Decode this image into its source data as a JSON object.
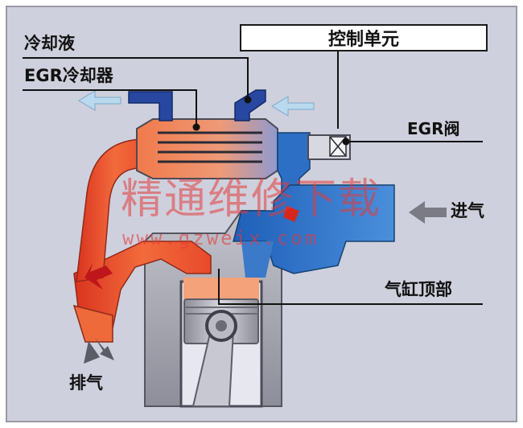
{
  "labels": {
    "coolant": "冷却液",
    "egr_cooler": "EGR冷却器",
    "control_unit": "控制单元",
    "egr_valve": "EGR阀",
    "intake": "进气",
    "cylinder_head": "气缸顶部",
    "exhaust": "排气"
  },
  "watermark": {
    "chinese": "精通维修下载",
    "url": "www.gzweix.com"
  },
  "colors": {
    "background": "#cfd0dd",
    "frame": "#9a9aa6",
    "coolant_blue": "#2747a0",
    "intake_blue": "#2e6fc6",
    "exhaust_red": "#e8452a",
    "exhaust_orange": "#f1884a",
    "metal_gray": "#a7a8b3",
    "watermark_red": "#e23a3a"
  }
}
